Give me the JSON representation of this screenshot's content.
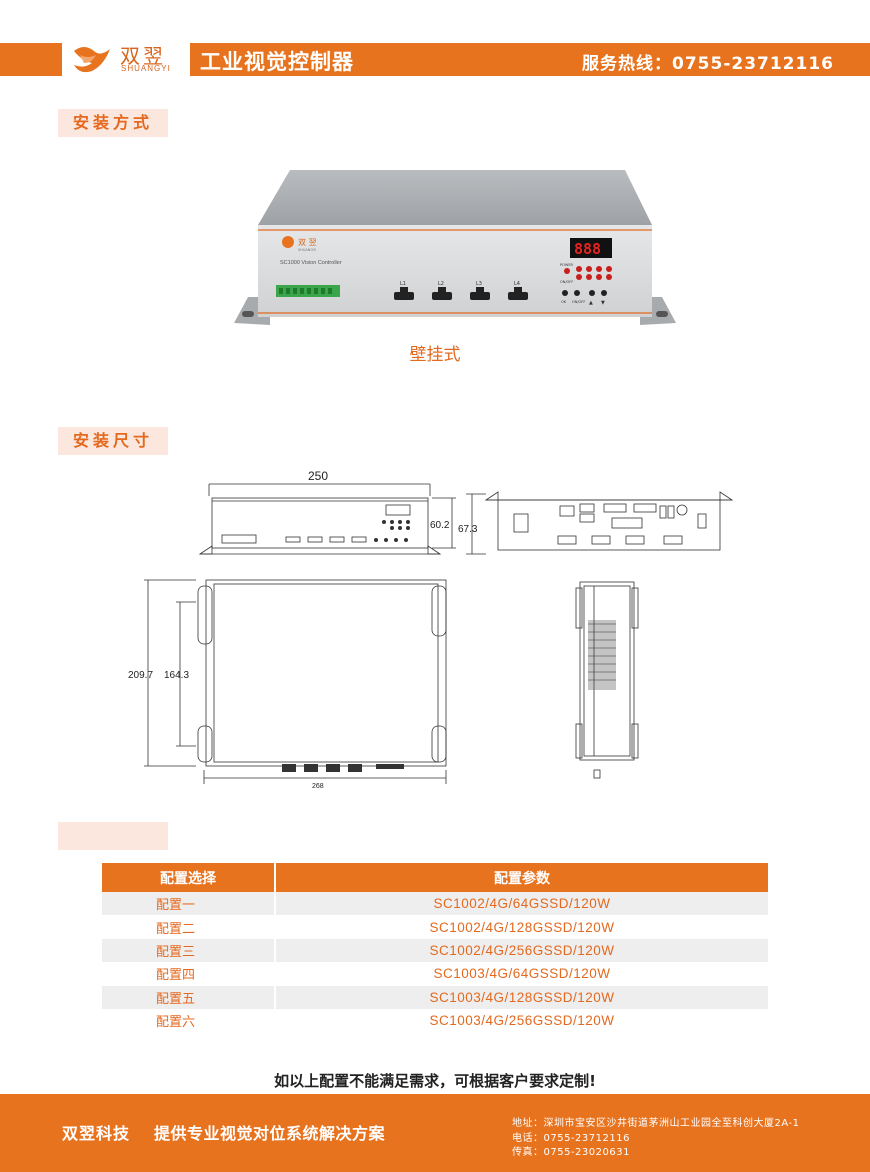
{
  "header": {
    "logo_cn": "双翌",
    "logo_en": "SHUANGYI",
    "title": "工业视觉控制器",
    "hotline": "服务热线：0755-23712116"
  },
  "section_install_method": {
    "tag": "安装方式",
    "caption": "壁挂式",
    "device": {
      "brand_cn": "双 翌",
      "brand_en": "SHUANGYI",
      "model_text": "SC1000 Vision Controller",
      "display_digits": "888",
      "port_labels": [
        "L1",
        "L2",
        "L3",
        "L4"
      ],
      "panel_labels": [
        "POWER",
        "ON/OFF",
        "OK",
        "ON/OFF"
      ],
      "button_glyphs": [
        "▲",
        "▼"
      ]
    }
  },
  "section_install_size": {
    "tag": "安装尺寸",
    "dimensions": {
      "front_width": "250",
      "front_height_inner": "60.2",
      "front_height_outer": "67.3",
      "top_depth_outer": "209.7",
      "top_depth_inner": "164.3",
      "top_width": "268"
    }
  },
  "section_config": {
    "tag": "",
    "table": {
      "headers": [
        "配置选择",
        "配置参数"
      ],
      "rows": [
        {
          "name": "配置一",
          "spec": "SC1002/4G/64GSSD/120W"
        },
        {
          "name": "配置二",
          "spec": "SC1002/4G/128GSSD/120W"
        },
        {
          "name": "配置三",
          "spec": "SC1002/4G/256GSSD/120W"
        },
        {
          "name": "配置四",
          "spec": "SC1003/4G/64GSSD/120W"
        },
        {
          "name": "配置五",
          "spec": "SC1003/4G/128GSSD/120W"
        },
        {
          "name": "配置六",
          "spec": "SC1003/4G/256GSSD/120W"
        }
      ]
    },
    "note": "如以上配置不能满足需求，可根据客户要求定制!"
  },
  "footer": {
    "company": "双翌科技",
    "slogan": "提供专业视觉对位系统解决方案",
    "address": "地址：深圳市宝安区沙井街道茅洲山工业园全至科创大厦2A-1",
    "phone": "电话：0755-23712116",
    "fax": "传真：0755-23020631"
  },
  "colors": {
    "brand_orange": "#e8731f",
    "tag_background": "#fbe7dd",
    "row_stripe": "#eeeeee"
  }
}
